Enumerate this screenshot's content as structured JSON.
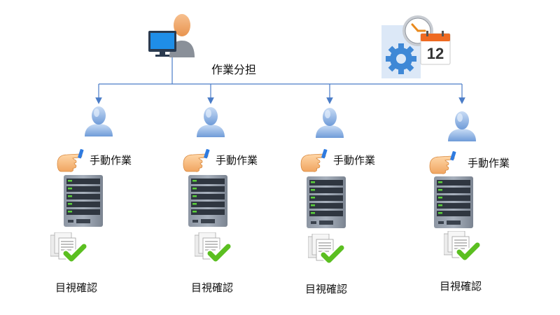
{
  "diagram": {
    "root_label": "作業分担",
    "calendar_day": "12",
    "branches": [
      {
        "task_label": "手動作業",
        "check_label": "目視確認"
      },
      {
        "task_label": "手動作業",
        "check_label": "目視確認"
      },
      {
        "task_label": "手動作業",
        "check_label": "目視確認"
      },
      {
        "task_label": "手動作業",
        "check_label": "目視確認"
      }
    ],
    "icons": {
      "root": "user-at-computer-icon",
      "schedule": "clock-calendar-gear-icon",
      "worker": "user-icon",
      "manual": "pointing-hand-icon",
      "server": "server-rack-icon",
      "check": "document-check-icon"
    },
    "colors": {
      "connector": "#4a7cc7",
      "check_green": "#5bbf21",
      "user_blue": "#7fa8df",
      "server_gray": "#5d6877"
    }
  }
}
